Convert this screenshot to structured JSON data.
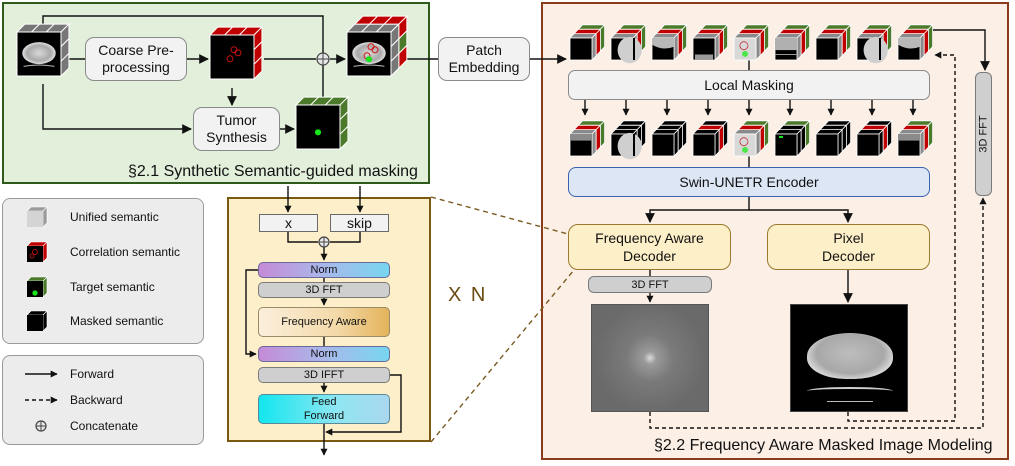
{
  "section_21": {
    "caption": "§2.1 Synthetic Semantic-guided masking",
    "coarse_box": "Coarse Pre-\nprocessing",
    "tumor_box": "Tumor\nSynthesis"
  },
  "patch_embedding": "Patch\nEmbedding",
  "section_22": {
    "caption": "§2.2 Frequency Aware Masked Image Modeling",
    "local_masking": "Local Masking",
    "encoder": "Swin-UNETR Encoder",
    "freq_decoder": "Frequency Aware\nDecoder",
    "pixel_decoder": "Pixel\nDecoder",
    "fft_small": "3D FFT",
    "fft_vertical": "3D FFT"
  },
  "block": {
    "x": "x",
    "skip": "skip",
    "norm1": "Norm",
    "fft": "3D FFT",
    "freq_aware": "Frequency Aware",
    "norm2": "Norm",
    "ifft": "3D IFFT",
    "feed_forward": "Feed\nForward",
    "repeat": "X N"
  },
  "legend_semantics": [
    {
      "icon": "unified-cube-icon",
      "label": "Unified semantic"
    },
    {
      "icon": "correlation-cube-icon",
      "label": "Correlation semantic"
    },
    {
      "icon": "target-cube-icon",
      "label": "Target semantic"
    },
    {
      "icon": "masked-cube-icon",
      "label": "Masked semantic"
    }
  ],
  "legend_arrows": [
    {
      "icon": "forward-arrow-icon",
      "label": "Forward"
    },
    {
      "icon": "backward-arrow-icon",
      "label": "Backward"
    },
    {
      "icon": "concatenate-icon",
      "label": "Concatenate"
    }
  ],
  "top_patches": [
    "black-ct",
    "ct-side",
    "ct-edge",
    "ct-bottom",
    "unified",
    "ct-stripe",
    "black-ct",
    "ct-side",
    "ct-edge"
  ],
  "masked_patches": [
    "partial",
    "masked-ct",
    "masked",
    "masked-red",
    "unified",
    "masked-green",
    "masked",
    "masked-red",
    "partial"
  ],
  "colors": {
    "green_panel": "#e2efda",
    "brown_panel": "#fbefe6",
    "yellow_panel": "#fdefc9",
    "red_face": "#c00000",
    "green_face": "#4a7a2a",
    "gray_face": "#8a8a8a",
    "accent_text": "#6a4a10"
  }
}
